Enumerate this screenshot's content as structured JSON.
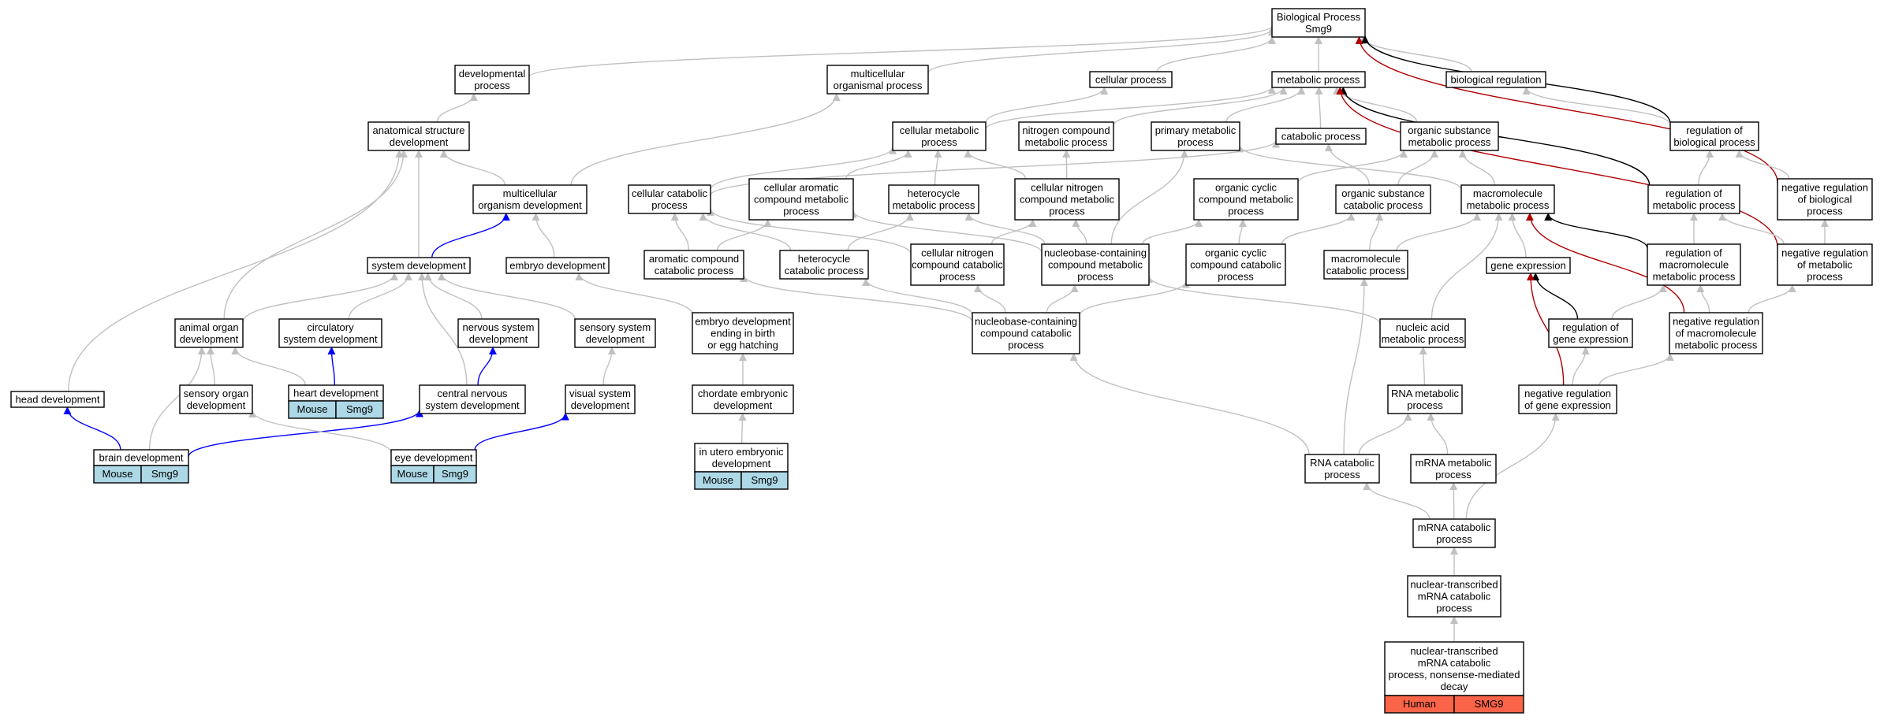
{
  "colors": {
    "edge_default": "#c0c0c0",
    "edge_blue": "#0000ff",
    "edge_red": "#b00000",
    "edge_black": "#000000",
    "tag_mouse": "#add8e6",
    "tag_human": "#fa6448"
  },
  "nodes": [
    {
      "id": "bp",
      "lines": [
        "Biological Process",
        "Smg9"
      ]
    },
    {
      "id": "devproc",
      "lines": [
        "developmental",
        "process"
      ]
    },
    {
      "id": "multiorg",
      "lines": [
        "multicellular",
        "organismal process"
      ]
    },
    {
      "id": "cellproc",
      "lines": [
        "cellular process"
      ]
    },
    {
      "id": "metab",
      "lines": [
        "metabolic process"
      ]
    },
    {
      "id": "bioreg",
      "lines": [
        "biological regulation"
      ]
    },
    {
      "id": "anatdev",
      "lines": [
        "anatomical structure",
        "development"
      ]
    },
    {
      "id": "cellmetab",
      "lines": [
        "cellular metabolic",
        "process"
      ]
    },
    {
      "id": "nitro",
      "lines": [
        "nitrogen compound",
        "metabolic process"
      ]
    },
    {
      "id": "primary",
      "lines": [
        "primary metabolic",
        "process"
      ]
    },
    {
      "id": "catab",
      "lines": [
        "catabolic process"
      ]
    },
    {
      "id": "orgsub",
      "lines": [
        "organic substance",
        "metabolic process"
      ]
    },
    {
      "id": "regbio",
      "lines": [
        "regulation of",
        "biological process"
      ]
    },
    {
      "id": "multidev",
      "lines": [
        "multicellular",
        "organism development"
      ]
    },
    {
      "id": "cellcat",
      "lines": [
        "cellular catabolic",
        "process"
      ]
    },
    {
      "id": "cellarom",
      "lines": [
        "cellular aromatic",
        "compound metabolic",
        "process"
      ]
    },
    {
      "id": "hetmetab",
      "lines": [
        "heterocycle",
        "metabolic process"
      ]
    },
    {
      "id": "cellnitro",
      "lines": [
        "cellular nitrogen",
        "compound metabolic",
        "process"
      ]
    },
    {
      "id": "orgcyc",
      "lines": [
        "organic cyclic",
        "compound metabolic",
        "process"
      ]
    },
    {
      "id": "orgsubcat",
      "lines": [
        "organic substance",
        "catabolic process"
      ]
    },
    {
      "id": "macro",
      "lines": [
        "macromolecule",
        "metabolic process"
      ]
    },
    {
      "id": "regmetab",
      "lines": [
        "regulation of",
        "metabolic process"
      ]
    },
    {
      "id": "negregbio",
      "lines": [
        "negative regulation",
        "of biological",
        "process"
      ]
    },
    {
      "id": "sysdev",
      "lines": [
        "system development"
      ]
    },
    {
      "id": "embdev",
      "lines": [
        "embryo development"
      ]
    },
    {
      "id": "aromcat",
      "lines": [
        "aromatic compound",
        "catabolic process"
      ]
    },
    {
      "id": "hetcat",
      "lines": [
        "heterocycle",
        "catabolic process"
      ]
    },
    {
      "id": "cellnitrocat",
      "lines": [
        "cellular nitrogen",
        "compound catabolic",
        "process"
      ]
    },
    {
      "id": "nucmetab",
      "lines": [
        "nucleobase-containing",
        "compound metabolic",
        "process"
      ]
    },
    {
      "id": "orgcyccat",
      "lines": [
        "organic cyclic",
        "compound catabolic",
        "process"
      ]
    },
    {
      "id": "macrocat",
      "lines": [
        "macromolecule",
        "catabolic process"
      ]
    },
    {
      "id": "geneexp",
      "lines": [
        "gene expression"
      ]
    },
    {
      "id": "regmacro",
      "lines": [
        "regulation of",
        "macromolecule",
        "metabolic process"
      ]
    },
    {
      "id": "negregmetab",
      "lines": [
        "negative regulation",
        "of metabolic",
        "process"
      ]
    },
    {
      "id": "animorg",
      "lines": [
        "animal organ",
        "development"
      ]
    },
    {
      "id": "circ",
      "lines": [
        "circulatory",
        "system development"
      ]
    },
    {
      "id": "nervsys",
      "lines": [
        "nervous system",
        "development"
      ]
    },
    {
      "id": "senssys",
      "lines": [
        "sensory system",
        "development"
      ]
    },
    {
      "id": "embbirth",
      "lines": [
        "embryo development",
        "ending in birth",
        "or egg hatching"
      ]
    },
    {
      "id": "nuccat",
      "lines": [
        "nucleobase-containing",
        "compound catabolic",
        "process"
      ]
    },
    {
      "id": "nucacid",
      "lines": [
        "nucleic acid",
        "metabolic process"
      ]
    },
    {
      "id": "reggene",
      "lines": [
        "regulation of",
        "gene expression"
      ]
    },
    {
      "id": "negregmacro",
      "lines": [
        "negative regulation",
        "of macromolecule",
        "metabolic process"
      ]
    },
    {
      "id": "headdev",
      "lines": [
        "head development"
      ]
    },
    {
      "id": "sensorg",
      "lines": [
        "sensory organ",
        "development"
      ]
    },
    {
      "id": "heartdev",
      "lines": [
        "heart development"
      ],
      "tags": [
        "Mouse",
        "Smg9"
      ],
      "tag_color": "mouse"
    },
    {
      "id": "cns",
      "lines": [
        "central nervous",
        "system development"
      ]
    },
    {
      "id": "visual",
      "lines": [
        "visual system",
        "development"
      ]
    },
    {
      "id": "chordate",
      "lines": [
        "chordate embryonic",
        "development"
      ]
    },
    {
      "id": "rnametab",
      "lines": [
        "RNA metabolic",
        "process"
      ]
    },
    {
      "id": "negreggene",
      "lines": [
        "negative regulation",
        "of gene expression"
      ]
    },
    {
      "id": "braindev",
      "lines": [
        "brain development"
      ],
      "tags": [
        "Mouse",
        "Smg9"
      ],
      "tag_color": "mouse"
    },
    {
      "id": "eyedev",
      "lines": [
        "eye development"
      ],
      "tags": [
        "Mouse",
        "Smg9"
      ],
      "tag_color": "mouse"
    },
    {
      "id": "utero",
      "lines": [
        "in utero embryonic",
        "development"
      ],
      "tags": [
        "Mouse",
        "Smg9"
      ],
      "tag_color": "mouse"
    },
    {
      "id": "rnacat",
      "lines": [
        "RNA catabolic",
        "process"
      ]
    },
    {
      "id": "mrnametab",
      "lines": [
        "mRNA metabolic",
        "process"
      ]
    },
    {
      "id": "mrnacat",
      "lines": [
        "mRNA catabolic",
        "process"
      ]
    },
    {
      "id": "nuctrans",
      "lines": [
        "nuclear-transcribed",
        "mRNA catabolic",
        "process"
      ]
    },
    {
      "id": "nmd",
      "lines": [
        "nuclear-transcribed",
        "mRNA catabolic",
        "process, nonsense-mediated",
        "decay"
      ],
      "tags": [
        "Human",
        "SMG9"
      ],
      "tag_color": "human"
    }
  ],
  "edges": [
    {
      "from": "devproc",
      "to": "bp"
    },
    {
      "from": "multiorg",
      "to": "bp"
    },
    {
      "from": "cellproc",
      "to": "bp"
    },
    {
      "from": "metab",
      "to": "bp"
    },
    {
      "from": "bioreg",
      "to": "bp"
    },
    {
      "from": "regbio",
      "to": "bp",
      "style": "black"
    },
    {
      "from": "negregbio",
      "to": "bp",
      "style": "red"
    },
    {
      "from": "anatdev",
      "to": "devproc"
    },
    {
      "from": "cellmetab",
      "to": "cellproc"
    },
    {
      "from": "cellmetab",
      "to": "metab"
    },
    {
      "from": "nitro",
      "to": "metab"
    },
    {
      "from": "primary",
      "to": "metab"
    },
    {
      "from": "catab",
      "to": "metab"
    },
    {
      "from": "orgsub",
      "to": "metab"
    },
    {
      "from": "regmetab",
      "to": "metab",
      "style": "black"
    },
    {
      "from": "negregmetab",
      "to": "metab",
      "style": "red"
    },
    {
      "from": "regbio",
      "to": "bioreg"
    },
    {
      "from": "multidev",
      "to": "anatdev"
    },
    {
      "from": "multidev",
      "to": "multiorg"
    },
    {
      "from": "sysdev",
      "to": "anatdev"
    },
    {
      "from": "animorg",
      "to": "anatdev"
    },
    {
      "from": "headdev",
      "to": "anatdev"
    },
    {
      "from": "cellcat",
      "to": "cellmetab"
    },
    {
      "from": "cellcat",
      "to": "catab"
    },
    {
      "from": "cellarom",
      "to": "cellmetab"
    },
    {
      "from": "hetmetab",
      "to": "cellmetab"
    },
    {
      "from": "cellnitro",
      "to": "cellmetab"
    },
    {
      "from": "cellnitro",
      "to": "nitro"
    },
    {
      "from": "orgcyc",
      "to": "orgsub"
    },
    {
      "from": "orgsubcat",
      "to": "catab"
    },
    {
      "from": "orgsubcat",
      "to": "orgsub"
    },
    {
      "from": "macro",
      "to": "orgsub"
    },
    {
      "from": "macro",
      "to": "primary"
    },
    {
      "from": "regmetab",
      "to": "regbio"
    },
    {
      "from": "negregbio",
      "to": "regbio"
    },
    {
      "from": "sysdev",
      "to": "multidev",
      "style": "blue"
    },
    {
      "from": "embdev",
      "to": "multidev"
    },
    {
      "from": "aromcat",
      "to": "cellcat"
    },
    {
      "from": "aromcat",
      "to": "cellarom"
    },
    {
      "from": "hetcat",
      "to": "cellcat"
    },
    {
      "from": "hetcat",
      "to": "hetmetab"
    },
    {
      "from": "cellnitrocat",
      "to": "cellcat"
    },
    {
      "from": "cellnitrocat",
      "to": "cellnitro"
    },
    {
      "from": "nucmetab",
      "to": "cellarom"
    },
    {
      "from": "nucmetab",
      "to": "hetmetab"
    },
    {
      "from": "nucmetab",
      "to": "cellnitro"
    },
    {
      "from": "nucmetab",
      "to": "orgcyc"
    },
    {
      "from": "nucmetab",
      "to": "primary"
    },
    {
      "from": "orgcyccat",
      "to": "orgcyc"
    },
    {
      "from": "orgcyccat",
      "to": "orgsubcat"
    },
    {
      "from": "macrocat",
      "to": "orgsubcat"
    },
    {
      "from": "macrocat",
      "to": "macro"
    },
    {
      "from": "geneexp",
      "to": "macro"
    },
    {
      "from": "regmacro",
      "to": "macro",
      "style": "black"
    },
    {
      "from": "negregmacro",
      "to": "macro",
      "style": "red"
    },
    {
      "from": "regmacro",
      "to": "regmetab"
    },
    {
      "from": "negregmetab",
      "to": "regmetab"
    },
    {
      "from": "negregmetab",
      "to": "negregbio"
    },
    {
      "from": "animorg",
      "to": "sysdev"
    },
    {
      "from": "circ",
      "to": "sysdev"
    },
    {
      "from": "nervsys",
      "to": "sysdev"
    },
    {
      "from": "senssys",
      "to": "sysdev"
    },
    {
      "from": "cns",
      "to": "sysdev"
    },
    {
      "from": "embbirth",
      "to": "embdev"
    },
    {
      "from": "nuccat",
      "to": "aromcat"
    },
    {
      "from": "nuccat",
      "to": "hetcat"
    },
    {
      "from": "nuccat",
      "to": "cellnitrocat"
    },
    {
      "from": "nuccat",
      "to": "nucmetab"
    },
    {
      "from": "nuccat",
      "to": "orgcyccat"
    },
    {
      "from": "nucacid",
      "to": "nucmetab"
    },
    {
      "from": "nucacid",
      "to": "macro"
    },
    {
      "from": "reggene",
      "to": "geneexp",
      "style": "black"
    },
    {
      "from": "reggene",
      "to": "regmacro"
    },
    {
      "from": "negregmacro",
      "to": "regmacro"
    },
    {
      "from": "negregmacro",
      "to": "negregmetab"
    },
    {
      "from": "heartdev",
      "to": "circ",
      "style": "blue"
    },
    {
      "from": "heartdev",
      "to": "animorg"
    },
    {
      "from": "cns",
      "to": "nervsys",
      "style": "blue"
    },
    {
      "from": "visual",
      "to": "senssys"
    },
    {
      "from": "sensorg",
      "to": "animorg"
    },
    {
      "from": "chordate",
      "to": "embbirth"
    },
    {
      "from": "rnametab",
      "to": "nucacid"
    },
    {
      "from": "negreggene",
      "to": "geneexp",
      "style": "red"
    },
    {
      "from": "negreggene",
      "to": "reggene"
    },
    {
      "from": "negreggene",
      "to": "negregmacro"
    },
    {
      "from": "braindev",
      "to": "headdev",
      "style": "blue"
    },
    {
      "from": "braindev",
      "to": "cns",
      "style": "blue"
    },
    {
      "from": "braindev",
      "to": "animorg"
    },
    {
      "from": "eyedev",
      "to": "visual",
      "style": "blue"
    },
    {
      "from": "eyedev",
      "to": "sensorg"
    },
    {
      "from": "utero",
      "to": "chordate"
    },
    {
      "from": "rnacat",
      "to": "rnametab"
    },
    {
      "from": "rnacat",
      "to": "nuccat"
    },
    {
      "from": "rnacat",
      "to": "macrocat"
    },
    {
      "from": "mrnametab",
      "to": "rnametab"
    },
    {
      "from": "mrnacat",
      "to": "rnacat"
    },
    {
      "from": "mrnacat",
      "to": "mrnametab"
    },
    {
      "from": "mrnacat",
      "to": "negreggene"
    },
    {
      "from": "nuctrans",
      "to": "mrnacat"
    },
    {
      "from": "nmd",
      "to": "nuctrans"
    }
  ]
}
